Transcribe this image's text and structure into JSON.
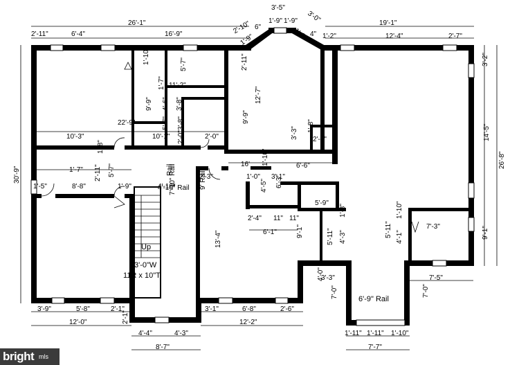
{
  "floorplan": {
    "top_dims": [
      "26'-1\"",
      "19'-1\"",
      "3'-5\"",
      "1'-9\"",
      "1'-9\"",
      "2'-10\"",
      "3'-0\""
    ],
    "top_sub_dims": [
      "2'-11\"",
      "6'-4\"",
      "16'-9\"",
      "1'-9\"",
      "6\"",
      "1'-8\"",
      "4\"",
      "1'-2\"",
      "12'-4\"",
      "2'-7\""
    ],
    "left_dims": [
      "30'-9\""
    ],
    "right_dims": [
      "3'-2\"",
      "14'-5\"",
      "26'-8\"",
      "9'-1\""
    ],
    "bottom_dims": [
      "3'-9\"",
      "5'-8\"",
      "2'-1\"",
      "12'-0\"",
      "2'-1\"",
      "4'-4\"",
      "4'-3\"",
      "8'-7\"",
      "3'-1\"",
      "6'-8\"",
      "2'-6\"",
      "12'-2\"",
      "7'-7\"",
      "1'-11\"",
      "1'-11\"",
      "1'-10\""
    ],
    "interior_dims": [
      "1'-10\"",
      "2'-11\"",
      "5'-7\"",
      "11'-2\"",
      "1'-7\"",
      "9'-9\"",
      "4'-6\"",
      "3'-8\"",
      "22'-9\"",
      "5'-7\"",
      "3'-8\"",
      "2'-0\"",
      "10'-1\"",
      "2'-0\"",
      "12'-7\"",
      "9'-9\"",
      "12'-7\"",
      "3'-3\"",
      "1'-8\"",
      "2'-7\"",
      "10'-3\"",
      "1'-8\"",
      "16'",
      "1'-10\"",
      "6'-6\"",
      "1'-7\"",
      "2'-11\"",
      "5'-7\"",
      "1'-5\"",
      "8'-8\"",
      "1'-9\"",
      "4'-10\"",
      "2'-3\"",
      "1'-0\"",
      "3'-1\"",
      "4'-5\"",
      "6'-3\"",
      "5'-9\"",
      "2'-4\"",
      "11\"",
      "11\"",
      "1'-8\"",
      "6'-1\"",
      "7'-3\"",
      "5'-11\"",
      "1'-10\"",
      "4'-3\"",
      "5'-11\"",
      "4'-1\"",
      "12'-3\"",
      "13'-4\"",
      "7'-5\"",
      "4'-0\"",
      "3'-3\"",
      "7'-0\"",
      "7'-0\"",
      "9'-1\""
    ],
    "stair_label": "Up",
    "stair_note_1": "3'-0\"W",
    "stair_note_2": "11R x 10\"T",
    "rail_labels": [
      "Rail",
      "7'-10\" Rail",
      "9' Rail",
      "4'-10\" Rail"
    ],
    "porch_rail": "6'-9\" Rail"
  },
  "brand": {
    "name": "bright",
    "suffix": "mls"
  }
}
